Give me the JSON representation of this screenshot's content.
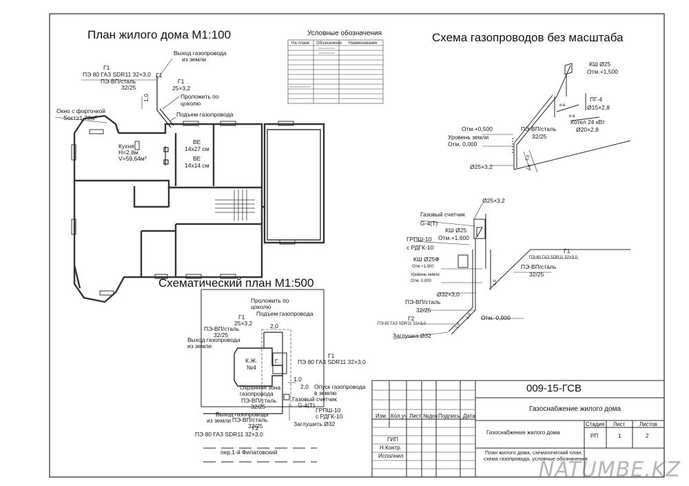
{
  "plan": {
    "title": "План жилого дома М1:100",
    "gas_exit": [
      "Выход газопровода",
      "из земли"
    ],
    "g1_left": [
      "Г1",
      "ПЭ 80 ГАЗ SDR11 32×3,0",
      "ПЭ-ВП/сталь",
      "32/25"
    ],
    "g1_mid": [
      "Г1",
      "25×3,2"
    ],
    "lay": [
      "Проложить по",
      "цоколю"
    ],
    "rise": "Подъем газопровода",
    "window": [
      "Окно с форточкой",
      "Sост≥1,78м²"
    ],
    "dim_10": "1,0",
    "kitchen": [
      "Кухня",
      "H=2,8м",
      "V=59,64м³"
    ],
    "ve1": [
      "ВЕ",
      "14х27 см"
    ],
    "ve2": [
      "ВЕ",
      "14х14 см"
    ]
  },
  "legend": {
    "title": "Условные обозначения",
    "headers": [
      "На плане",
      "Обозначение",
      "Наименование"
    ]
  },
  "scheme": {
    "title": "Схема газопроводов без масштаба",
    "ksh": [
      "КШ Ø25",
      "Отм.+1,500"
    ],
    "pg4": [
      "ПГ-4",
      "Ø15×2,8"
    ],
    "boiler": [
      "Котел 24 кВт",
      "Ø20×2,8"
    ],
    "iv": "и.в.",
    "iv2": "и.в.",
    "otm500": "Отм.+0,500",
    "ground": [
      "Уровень земли",
      "Отм. 0,000"
    ],
    "pe1": [
      "ПЭ-ВП/сталь",
      "32/25"
    ],
    "d25": "Ø25×3,2",
    "dim1": "1,0",
    "dim2": "2,0"
  },
  "scheme2": {
    "d25": "Ø25×3,2",
    "meter": [
      "Газовый счетчик",
      "G-4(T)"
    ],
    "ksh": [
      "КШ Ø25",
      "Отм.+1,600"
    ],
    "grpsh": [
      "ГРПШ-10",
      "с РДГК-10"
    ],
    "kshf": [
      "КШ Ø25Ф",
      "Отм.+1,500"
    ],
    "ground": [
      "Уровень земли",
      "Отм. 0,000"
    ],
    "d32": "Ø32×3,0",
    "pe": [
      "ПЭ-ВП/сталь",
      "32/25"
    ],
    "g2": [
      "Г2",
      "ПЭ 80 ГАЗ SDR11 32×3,0"
    ],
    "plug": "Заглушка Ø32",
    "otm900": "Отм.-0,900",
    "g1": [
      "Г1",
      "ПЭ 80 ГАЗ SDR11 32×3,0"
    ],
    "pe2": [
      "ПЭ-ВП/сталь",
      "32/25"
    ],
    "dim1": "1,0",
    "dim2": "1,0",
    "dim3": "1,0"
  },
  "site": {
    "title": "Схематический план М1:500",
    "lay": [
      "Проложить по",
      "цоколю"
    ],
    "rise": "Подъем газопровода",
    "g1a": [
      "Г1",
      "25×3,2"
    ],
    "pe_a": [
      "ПЭ-ВП/сталь",
      "32/25"
    ],
    "exit_a": [
      "Выход газопровода",
      "из земли"
    ],
    "dim20": "2,0",
    "house": [
      "К.Ж.",
      "№4"
    ],
    "garage": "Г.",
    "g1b": [
      "Г1",
      "ПЭ 80 ГАЗ SDR11 32×3,0"
    ],
    "dim10": "1,0",
    "zone": [
      "Охранная зона",
      "газопровода"
    ],
    "dim20b": "2,0",
    "descent": [
      "Опуск газопровода",
      "в землю"
    ],
    "pe_b": [
      "ПЭ-ВП/сталь",
      "32/25"
    ],
    "meter": [
      "Газовый счетчик",
      "G-4(T)"
    ],
    "grpsh": [
      "ГРПШ-10",
      "с РДГК-10"
    ],
    "exit_b": [
      "Выход газопровода",
      "из земли"
    ],
    "pe_c": [
      "ПЭ-ВП/сталь",
      "32/25"
    ],
    "g2": [
      "Г2",
      "ПЭ 80 ГАЗ SDR11 32×3,0"
    ],
    "plug": "Заглушить Ø32",
    "street": "пер.1-й Филатовский"
  },
  "stamp": {
    "code": "009-15-ГСВ",
    "project": "Газоснабжение жилого дома",
    "cols": [
      "Изм.",
      "Кол.уч",
      "Лист",
      "№док",
      "Подпись",
      "Дата"
    ],
    "section": "Газоснабжение жилого дома",
    "stage_h": "Стадия",
    "sheet_h": "Лист",
    "sheets_h": "Листов",
    "stage": "РП",
    "sheet": "1",
    "sheets": "2",
    "roles": [
      "ГИП",
      "Н.Контр.",
      "Исполнил"
    ],
    "desc": [
      "План жилого дома, схематический план,",
      "схема газопровода, условные обозначения"
    ]
  },
  "watermark": "NATUMBE.KZ"
}
